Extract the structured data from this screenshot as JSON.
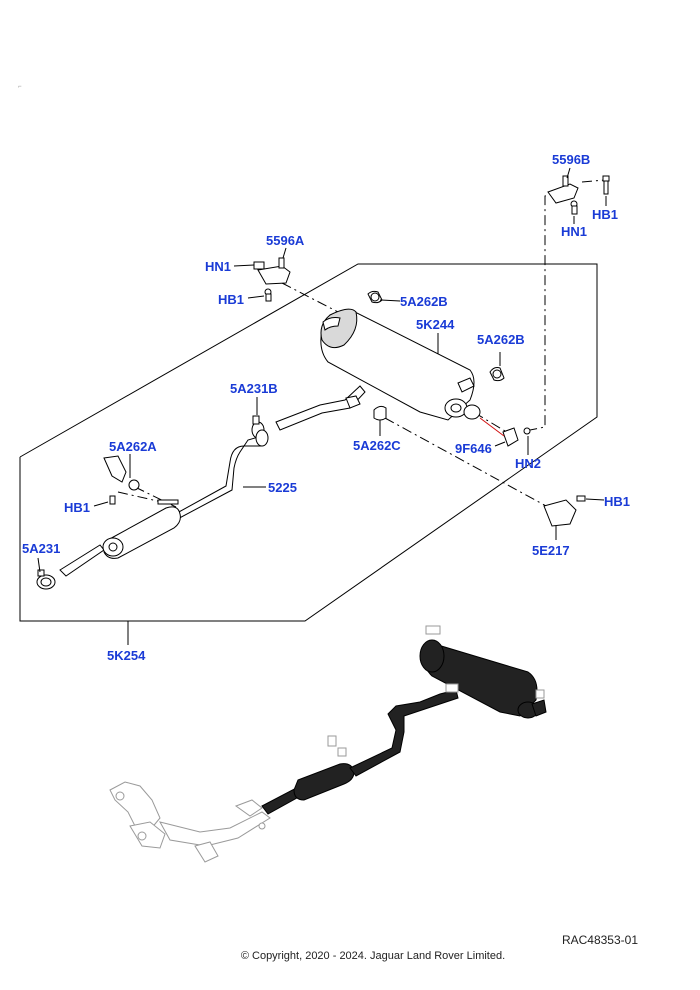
{
  "callouts": {
    "c5596B": "5596B",
    "cHB1_tr": "HB1",
    "cHN1_tr": "HN1",
    "c5596A": "5596A",
    "cHN1_l": "HN1",
    "cHB1_l": "HB1",
    "c5A262B_1": "5A262B",
    "c5K244": "5K244",
    "c5A262B_2": "5A262B",
    "c5A231B": "5A231B",
    "c5A262C": "5A262C",
    "c9F646": "9F646",
    "cHN2": "HN2",
    "c5A262A": "5A262A",
    "c5225": "5225",
    "cHB1_ml": "HB1",
    "cHB1_r": "HB1",
    "c5A231": "5A231",
    "c5E217": "5E217",
    "c5K254": "5K254"
  },
  "footer": {
    "ref_code": "RAC48353-01",
    "copyright": "© Copyright, 2020 - 2024. Jaguar Land Rover Limited."
  },
  "colors": {
    "callout": "#1a3bd6",
    "line": "#000000",
    "highlight": "#d01010"
  }
}
